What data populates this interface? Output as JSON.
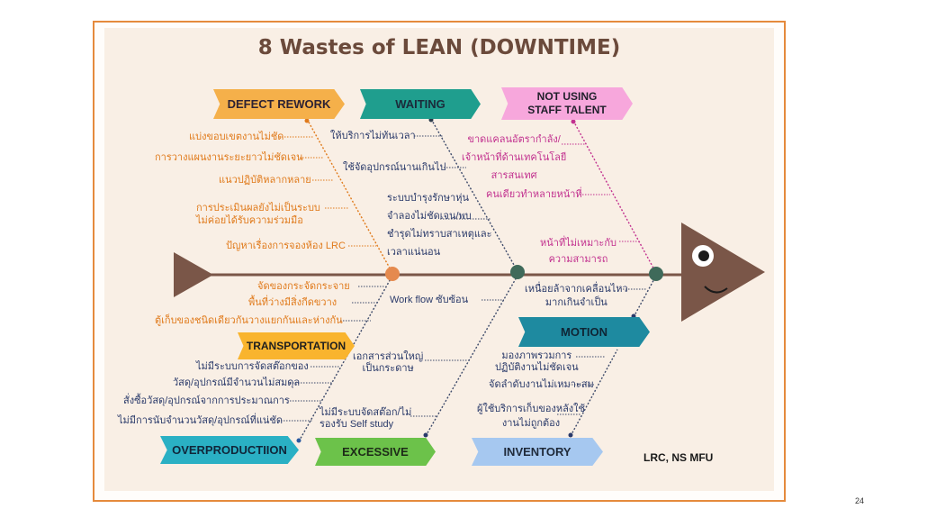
{
  "title": "8 Wastes of LEAN (DOWNTIME)",
  "page_number": "24",
  "credit": "LRC, NS MFU",
  "categories": {
    "defect": "DEFECT REWORK",
    "waiting": "WAITING",
    "talent": "NOT USING\nSTAFF TALENT",
    "transportation": "TRANSPORTATION",
    "motion": "MOTION",
    "overproduction": "OVERPRODUCTIION",
    "excessive": "EXCESSIVE",
    "inventory": "INVENTORY"
  },
  "defect_items": [
    "แบ่งขอบเขตงานไม่ชัด",
    "การวางแผนงานระยะยาวไม่ชัดเจน",
    "แนวปฏิบัติหลากหลาย",
    "การประเมินผลยังไม่เป็นระบบ\nไม่ค่อยได้รับความร่วมมือ",
    "ปัญหาเรื่องการจองห้อง LRC"
  ],
  "waiting_items": [
    "ให้บริการไม่ทันเวลา",
    "ใช้จัดอุปกรณ์นานเกินไป",
    "ระบบบำรุงรักษาหุ่น\nจำลองไม่ชัดเจน/พบ\nชำรุดไม่ทราบสาเหตุและ\nเวลาแน่นอน"
  ],
  "talent_items": [
    "ขาดแคลนอัตรากำลัง/\nเจ้าหน้าที่ด้านเทคโนโลยี\nสารสนเทศ",
    "คนเดียวทำหลายหน้าที่",
    "หน้าที่ไม่เหมาะกับ\nความสามารถ"
  ],
  "transport_items": [
    "จัดของกระจัดกระจาย",
    "พื้นที่ว่างมีสิ่งกีดขวาง",
    "ตู้เก็บของชนิดเดียวกันวางแยกกันและห่างกัน"
  ],
  "workflow_item": "Work flow ซับซ้อน",
  "motion_items": [
    "เหนื่อยล้าจากเคลื่อนไหว\nมากเกินจำเป็น"
  ],
  "overprod_items": [
    "ไม่มีระบบการจัดสต๊อกของ",
    "วัสดุ/อุปกรณ์มีจำนวนไม่สมดุล",
    "สั่งซื้อวัสดุ/อุปกรณ์จากการประมาณการ",
    "ไม่มีการนับจำนวนวัสดุ/อุปกรณ์ที่แน่ชัด"
  ],
  "excessive_items": [
    "เอกสารส่วนใหญ่\nเป็นกระดาษ",
    "ไม่มีระบบจัดสต๊อก/ไม่\nรองรับ Self study"
  ],
  "inventory_items": [
    "มองภาพรวมการ\nปฏิบัติงานไม่ชัดเจน",
    "จัดลำดับงานไม่เหมาะสม",
    "ผู้ใช้บริการเก็บของหลังใช้\nงานไม่ถูกต้อง"
  ],
  "colors": {
    "spine": "#7a5648",
    "accent_orange": "#e07a1b",
    "accent_pink": "#c2318f",
    "node_orange": "#e58a4e",
    "node_teal": "#3f6a5a"
  }
}
